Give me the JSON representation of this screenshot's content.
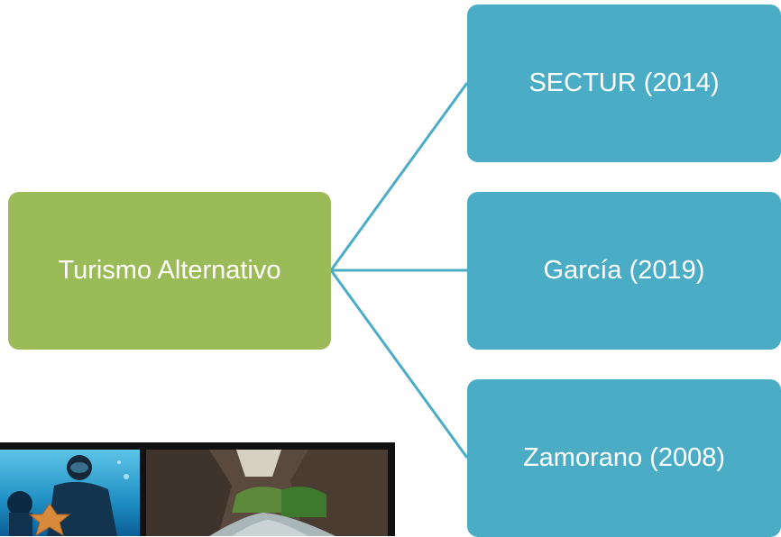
{
  "diagram": {
    "root": {
      "label": "Turismo Alternativo"
    },
    "children": [
      {
        "label": "SECTUR (2014)"
      },
      {
        "label": "García (2019)"
      },
      {
        "label": "Zamorano (2008)"
      }
    ]
  },
  "colors": {
    "root_fill": "#9BBB59",
    "child_fill": "#4BACC6",
    "connector": "#4BACC6",
    "photo_frame": "#111111"
  },
  "photos": [
    {
      "icon": "underwater-diver-starfish-photo"
    },
    {
      "icon": "river-canyon-photo"
    }
  ]
}
